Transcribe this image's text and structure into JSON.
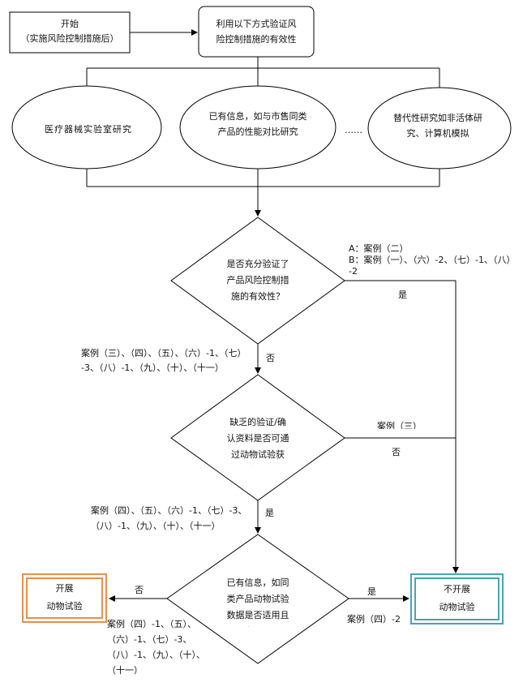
{
  "start_box": "开始\n（实施风险控制措施后）",
  "verify_box": "利用以下方式验证风\n险控制措施的有效性",
  "methods": {
    "lab_study": "医疗器械实验室研究",
    "existing_info": "已有信息，如与市售同类产品的性能对比研究",
    "ellipsis": "……",
    "alternative": "替代性研究如非活体研究、计算机模拟"
  },
  "decision1": {
    "text": "是否充分验证了\n产品风险控制措\n施的有效性？",
    "cases_yes": "A：案例（二）\nB：案例（一）、（六）-2、（七）-1、（八）\n-2",
    "yes": "是",
    "no": "否",
    "cases_no": "案例（三）、（四）、（五）、（六）-1、（七）\n-3、（八）-1、（九）、（十）、（十一）"
  },
  "decision2": {
    "text": "缺乏的验证/确\n认资料是否可通\n过动物试验获\n得？",
    "cases_no": "案例（三）",
    "no": "否",
    "yes": "是",
    "cases_yes": "案例（四）、（五）、（六）-1、（七）-3、\n（八）-1、（九）、（十）、（十一）"
  },
  "decision3": {
    "text": "已有信息，如同\n类产品动物试验\n数据是否适用且\n充分？",
    "no": "否",
    "yes": "是",
    "cases_no": "案例（四）-1、（五）、\n（六）-1、（七）-3、\n（八）-1、（九）、（十）、\n（十一）",
    "cases_yes": "案例（四）-2"
  },
  "end_do": "开展\n动物试验",
  "end_skip": "不开展\n动物试验",
  "colors": {
    "line": "#000000",
    "orange": "#e8904a",
    "teal": "#4aa3b5"
  }
}
